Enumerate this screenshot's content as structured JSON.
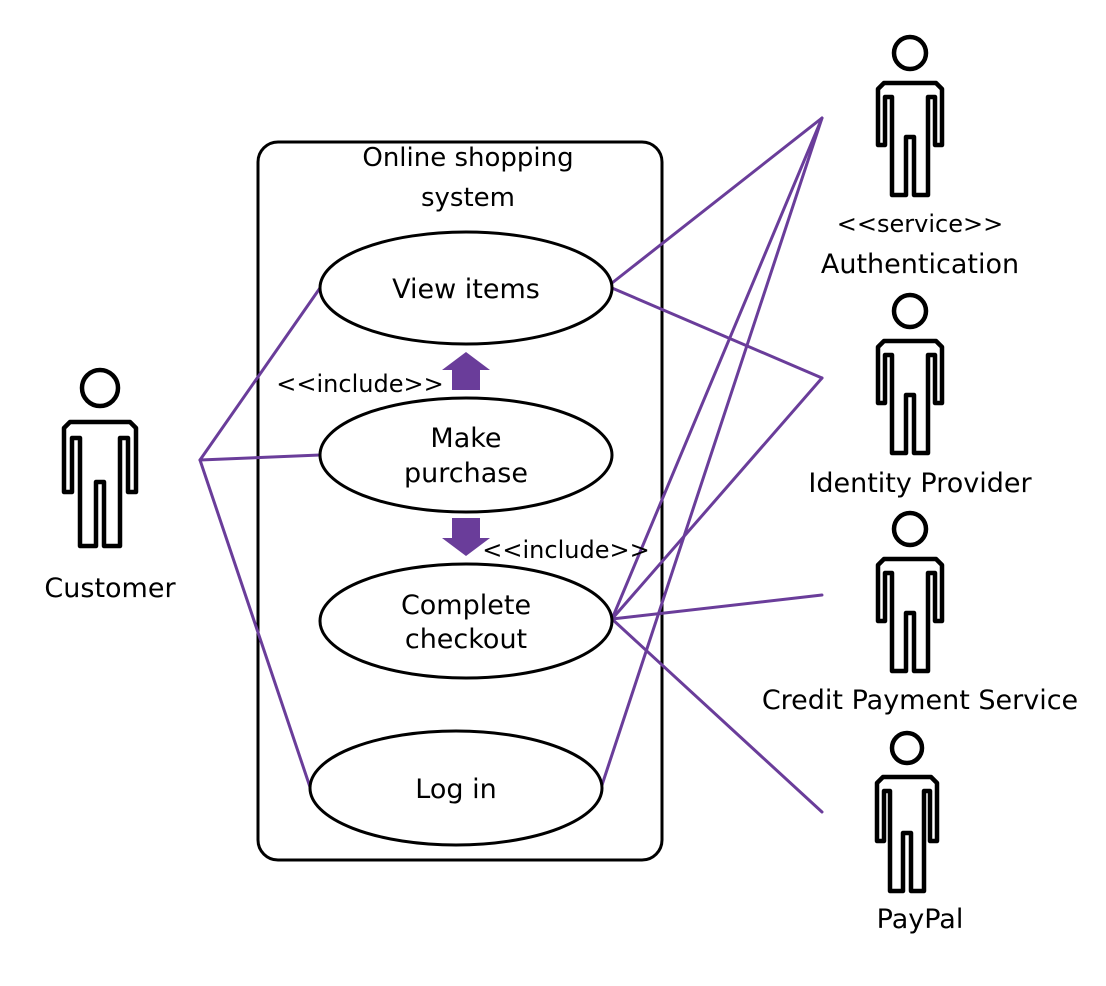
{
  "colors": {
    "line": "#6a3d9a",
    "ink": "#000000",
    "background": "#ffffff"
  },
  "system": {
    "title_line1": "Online shopping",
    "title_line2": "system"
  },
  "use_cases": {
    "view_items": "View items",
    "make_purchase_line1": "Make",
    "make_purchase_line2": "purchase",
    "complete_checkout_line1": "Complete",
    "complete_checkout_line2": "checkout",
    "log_in": "Log in"
  },
  "relations": {
    "include_upper": "<<include>>",
    "include_lower": "<<include>>"
  },
  "actors": {
    "customer": "Customer",
    "authentication_stereotype": "<<service>>",
    "authentication": "Authentication",
    "identity_provider": "Identity Provider",
    "credit_payment": "Credit Payment Service",
    "paypal": "PayPal"
  },
  "icons": {
    "actor": "stick-figure-icon",
    "include_arrow": "block-arrow-icon"
  }
}
